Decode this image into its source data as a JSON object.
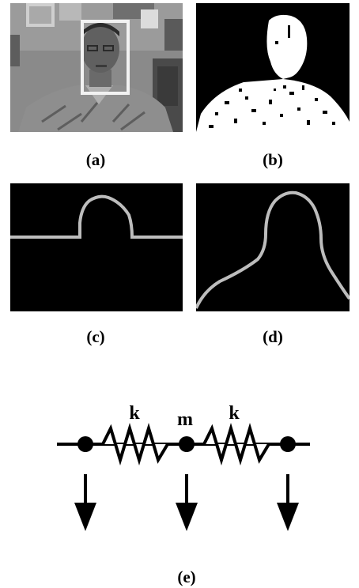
{
  "figure": {
    "captions": {
      "a": "(a)",
      "b": "(b)",
      "c": "(c)",
      "d": "(d)",
      "e": "(e)"
    },
    "spring_model": {
      "spring_left_label": "k",
      "mass_label": "m",
      "spring_right_label": "k"
    },
    "colors": {
      "background": "#ffffff",
      "panel_background": "#000000",
      "contour": "#bdbdbd",
      "foreground": "#ffffff"
    }
  }
}
